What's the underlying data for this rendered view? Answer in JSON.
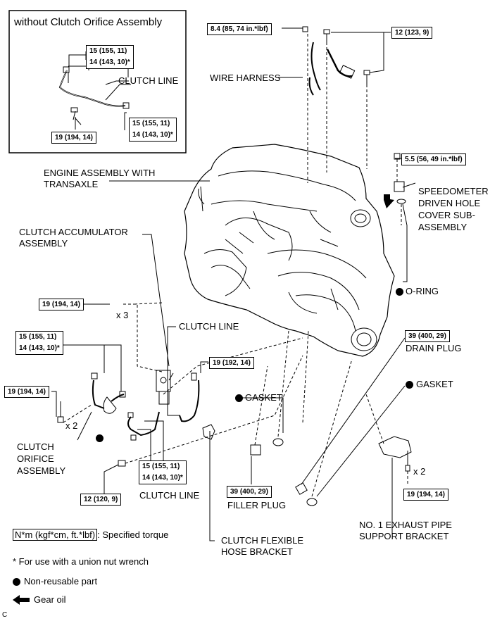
{
  "inset": {
    "title": "without Clutch Orifice Assembly",
    "torque_upper": [
      "15 (155, 11)",
      "14 (143, 10)*"
    ],
    "clutch_line": "CLUTCH LINE",
    "torque_bolt": "19 (194, 14)",
    "torque_lower": [
      "15 (155, 11)",
      "14 (143, 10)*"
    ]
  },
  "top": {
    "nut_torque": "8.4 (85, 74 in.*lbf)",
    "bolt_torque": "12 (123, 9)",
    "wire_harness": "WIRE HARNESS"
  },
  "engine": {
    "label": [
      "ENGINE ASSEMBLY WITH",
      "TRANSAXLE"
    ]
  },
  "speedo": {
    "bolt_torque": "5.5 (56, 49 in.*lbf)",
    "label": [
      "SPEEDOMETER",
      "DRIVEN HOLE",
      "COVER SUB-",
      "ASSEMBLY"
    ],
    "oring": "O-RING"
  },
  "accumulator": {
    "label": [
      "CLUTCH ACCUMULATOR",
      "ASSEMBLY"
    ],
    "bolt_torque": "19 (194, 14)",
    "qty": "x 3"
  },
  "left": {
    "line_torque": [
      "15 (155, 11)",
      "14 (143, 10)*"
    ],
    "bolt_torque": "19 (194, 14)",
    "qty": "x 2",
    "orifice_label": [
      "CLUTCH",
      "ORIFICE",
      "ASSEMBLY"
    ]
  },
  "center": {
    "clutch_line_top": "CLUTCH LINE",
    "bracket_torque": "19 (192, 14)",
    "line_torque": [
      "15 (155, 11)",
      "14 (143, 10)*"
    ],
    "clutch_line_bottom": "CLUTCH LINE",
    "bolt_torque": "12 (120, 9)",
    "hose_bracket": [
      "CLUTCH FLEXIBLE",
      "HOSE BRACKET"
    ]
  },
  "plugs": {
    "gasket_left": "GASKET",
    "filler_torque": "39 (400, 29)",
    "filler": "FILLER PLUG",
    "drain_torque": "39 (400, 29)",
    "drain": "DRAIN PLUG",
    "gasket_right": "GASKET"
  },
  "exhaust": {
    "qty": "x 2",
    "bolt_torque": "19 (194, 14)",
    "label": [
      "NO. 1 EXHAUST PIPE",
      "SUPPORT BRACKET"
    ]
  },
  "legend": {
    "torque_box": "N*m (kgf*cm, ft.*lbf)",
    "torque_text": ": Specified torque",
    "union_note": "* For use with a union nut wrench",
    "nonreusable": "Non-reusable part",
    "gear_oil": "Gear oil",
    "corner": "C"
  }
}
